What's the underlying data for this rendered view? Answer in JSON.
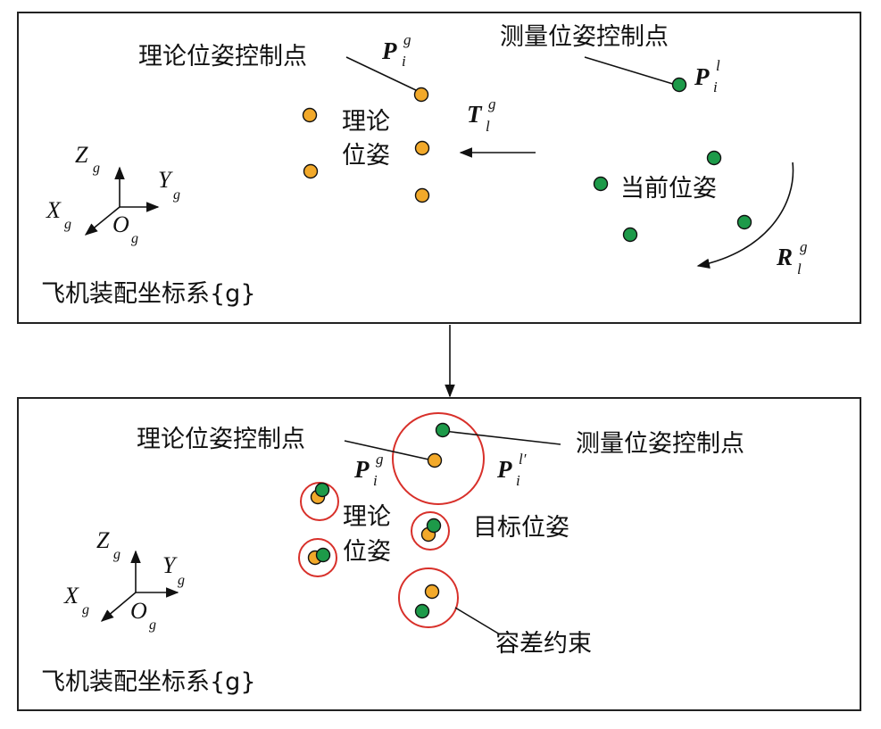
{
  "top_panel": {
    "label_theory_points": "理论位姿控制点",
    "label_measured_points": "测量位姿控制点",
    "label_theory_pose_line1": "理论",
    "label_theory_pose_line2": "位姿",
    "label_current_pose": "当前位姿",
    "frame_label": "飞机装配坐标系{g}",
    "sym_Pg_base": "P",
    "sym_Pg_sup": "g",
    "sym_Pg_sub": "i",
    "sym_Pl_base": "P",
    "sym_Pl_sup": "l",
    "sym_Pl_sub": "i",
    "sym_T_base": "T",
    "sym_T_sup": "g",
    "sym_T_sub": "l",
    "sym_R_base": "R",
    "sym_R_sup": "g",
    "sym_R_sub": "l",
    "axis_Z": "Z",
    "axis_Y": "Y",
    "axis_X": "X",
    "axis_O": "O",
    "axis_sub": "g"
  },
  "bottom_panel": {
    "label_theory_points": "理论位姿控制点",
    "label_measured_points": "测量位姿控制点",
    "label_theory_pose_line1": "理论",
    "label_theory_pose_line2": "位姿",
    "label_target_pose": "目标位姿",
    "label_tolerance": "容差约束",
    "frame_label": "飞机装配坐标系{g}",
    "sym_Pg_base": "P",
    "sym_Pg_sup": "g",
    "sym_Pg_sub": "i",
    "sym_Pl_base": "P",
    "sym_Pl_sup": "l′",
    "sym_Pl_sub": "i",
    "axis_Z": "Z",
    "axis_Y": "Y",
    "axis_X": "X",
    "axis_O": "O",
    "axis_sub": "g"
  },
  "colors": {
    "theoretical_point": "#f2a92a",
    "measured_point": "#1d9a49",
    "tolerance_circle": "#d8302a"
  }
}
